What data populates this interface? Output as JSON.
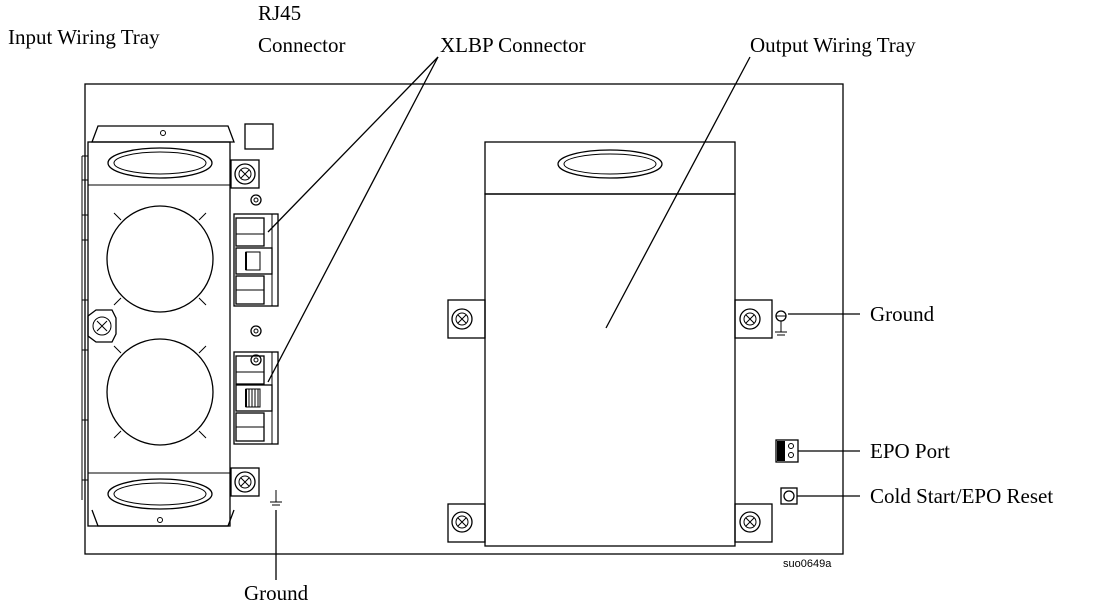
{
  "diagram": {
    "labels": {
      "input_wiring_tray": "Input Wiring Tray",
      "rj45_line1": "RJ45",
      "rj45_line2": "Connector",
      "xlbp_connector": "XLBP Connector",
      "output_wiring_tray": "Output Wiring Tray",
      "ground_right": "Ground",
      "epo_port": "EPO Port",
      "cold_start": "Cold Start/EPO Reset",
      "ground_bottom": "Ground"
    },
    "part_code": "suo0649a",
    "colors": {
      "line": "#000000",
      "background": "#ffffff"
    },
    "icons": [
      "ground-symbol-icon",
      "screw-icon",
      "fan-grille-icon"
    ]
  }
}
